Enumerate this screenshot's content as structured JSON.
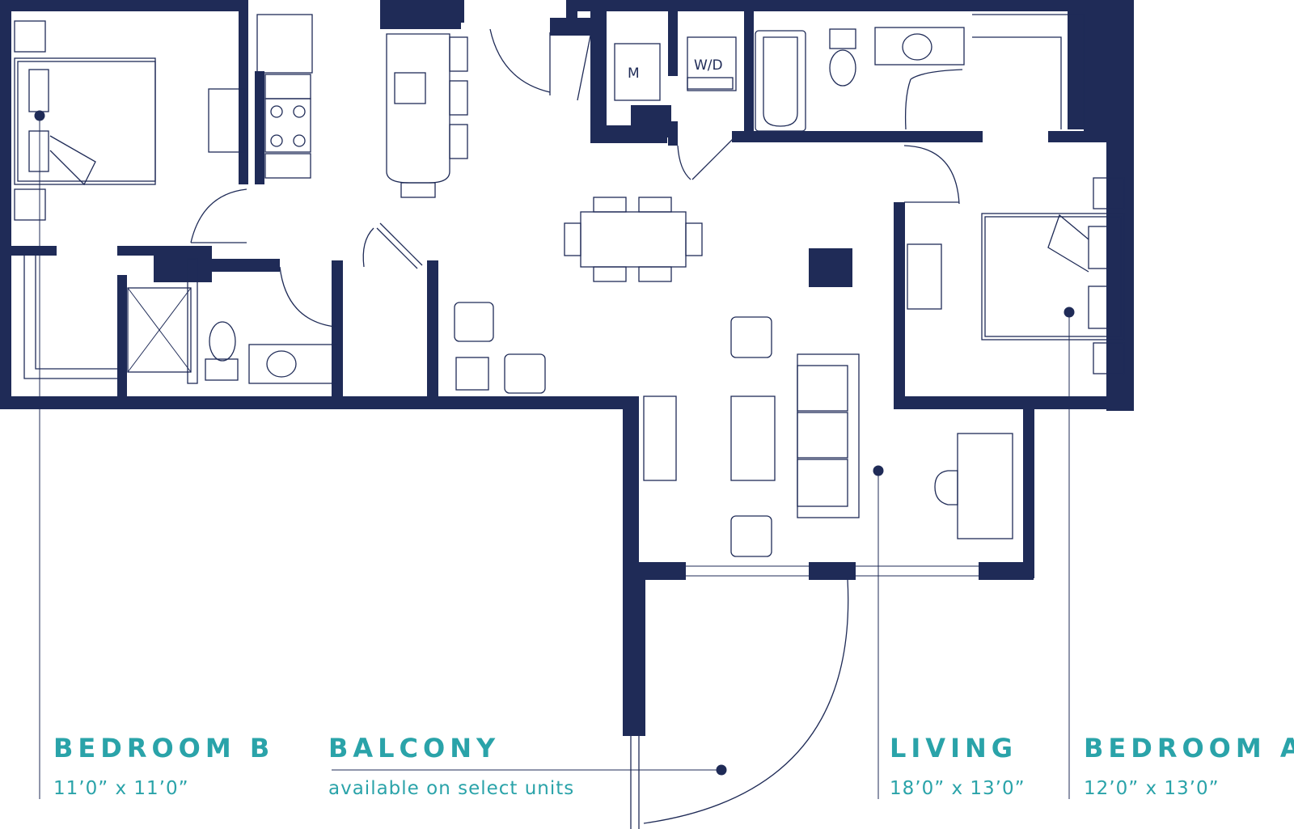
{
  "plan": {
    "fixtures": {
      "mechanical": "M",
      "washer_dryer": "W/D"
    },
    "rooms": [
      {
        "name": "BEDROOM B",
        "dimensions": "11’0” x 11’0”"
      },
      {
        "name": "BALCONY",
        "dimensions": "available on select units"
      },
      {
        "name": "LIVING",
        "dimensions": "18’0” x 13’0”"
      },
      {
        "name": "BEDROOM A",
        "dimensions": "12’0” x 13’0”"
      }
    ],
    "colors": {
      "walls": "#1f2b57",
      "labels": "#2aa3a9",
      "background": "#ffffff"
    }
  }
}
